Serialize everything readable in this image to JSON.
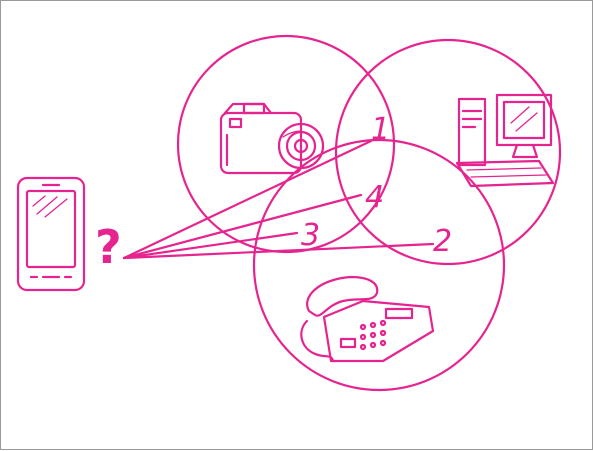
{
  "colors": {
    "ink": "#e6248f",
    "background": "#ffffff",
    "border": "#9a9a9a"
  },
  "labels": {
    "question": "?",
    "zone_1": "1",
    "zone_2": "2",
    "zone_3": "3",
    "zone_4": "4"
  },
  "icons": {
    "source": "smartphone-icon",
    "circle_top_left": "camera-icon",
    "circle_top_right": "desktop-computer-icon",
    "circle_bottom": "desk-telephone-icon"
  }
}
